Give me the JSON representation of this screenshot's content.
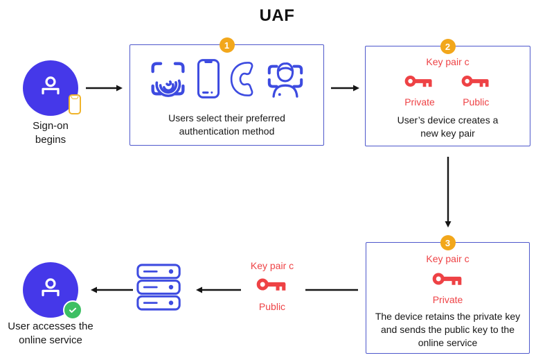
{
  "title": "UAF",
  "palette": {
    "indigo_circle": "#4538e9",
    "icon_blue": "#3d4be0",
    "box_border_blue": "#4d57cb",
    "key_red": "#ee4245",
    "badge_orange": "#f2a71b",
    "check_green": "#3dbf63",
    "phone_yellow": "#f0b32a",
    "text_black": "#161616"
  },
  "signon": {
    "label": [
      "Sign-on",
      "begins"
    ],
    "icons": [
      "user-icon",
      "mobile-phone-icon"
    ]
  },
  "step1": {
    "badge": "1",
    "icons": [
      "fingerprint-icon",
      "smartphone-icon",
      "phone-handset-icon",
      "face-scan-icon"
    ],
    "caption": [
      "Users select their preferred",
      "authentication method"
    ]
  },
  "step2": {
    "badge": "2",
    "key_pair_label": "Key pair c",
    "keys": [
      {
        "label": "Private"
      },
      {
        "label": "Public"
      }
    ],
    "caption": [
      "User’s device creates a",
      "new key pair"
    ]
  },
  "step3": {
    "badge": "3",
    "key_pair_label": "Key pair c",
    "key_label": "Private",
    "caption": [
      "The device retains the private key",
      "and sends the public key to the",
      "online service"
    ]
  },
  "public_key": {
    "key_pair_label": "Key pair c",
    "key_label": "Public"
  },
  "server": {
    "icon": "server-icon"
  },
  "user_access": {
    "label": [
      "User accesses the",
      "online service"
    ],
    "icons": [
      "user-icon",
      "check-icon"
    ]
  }
}
